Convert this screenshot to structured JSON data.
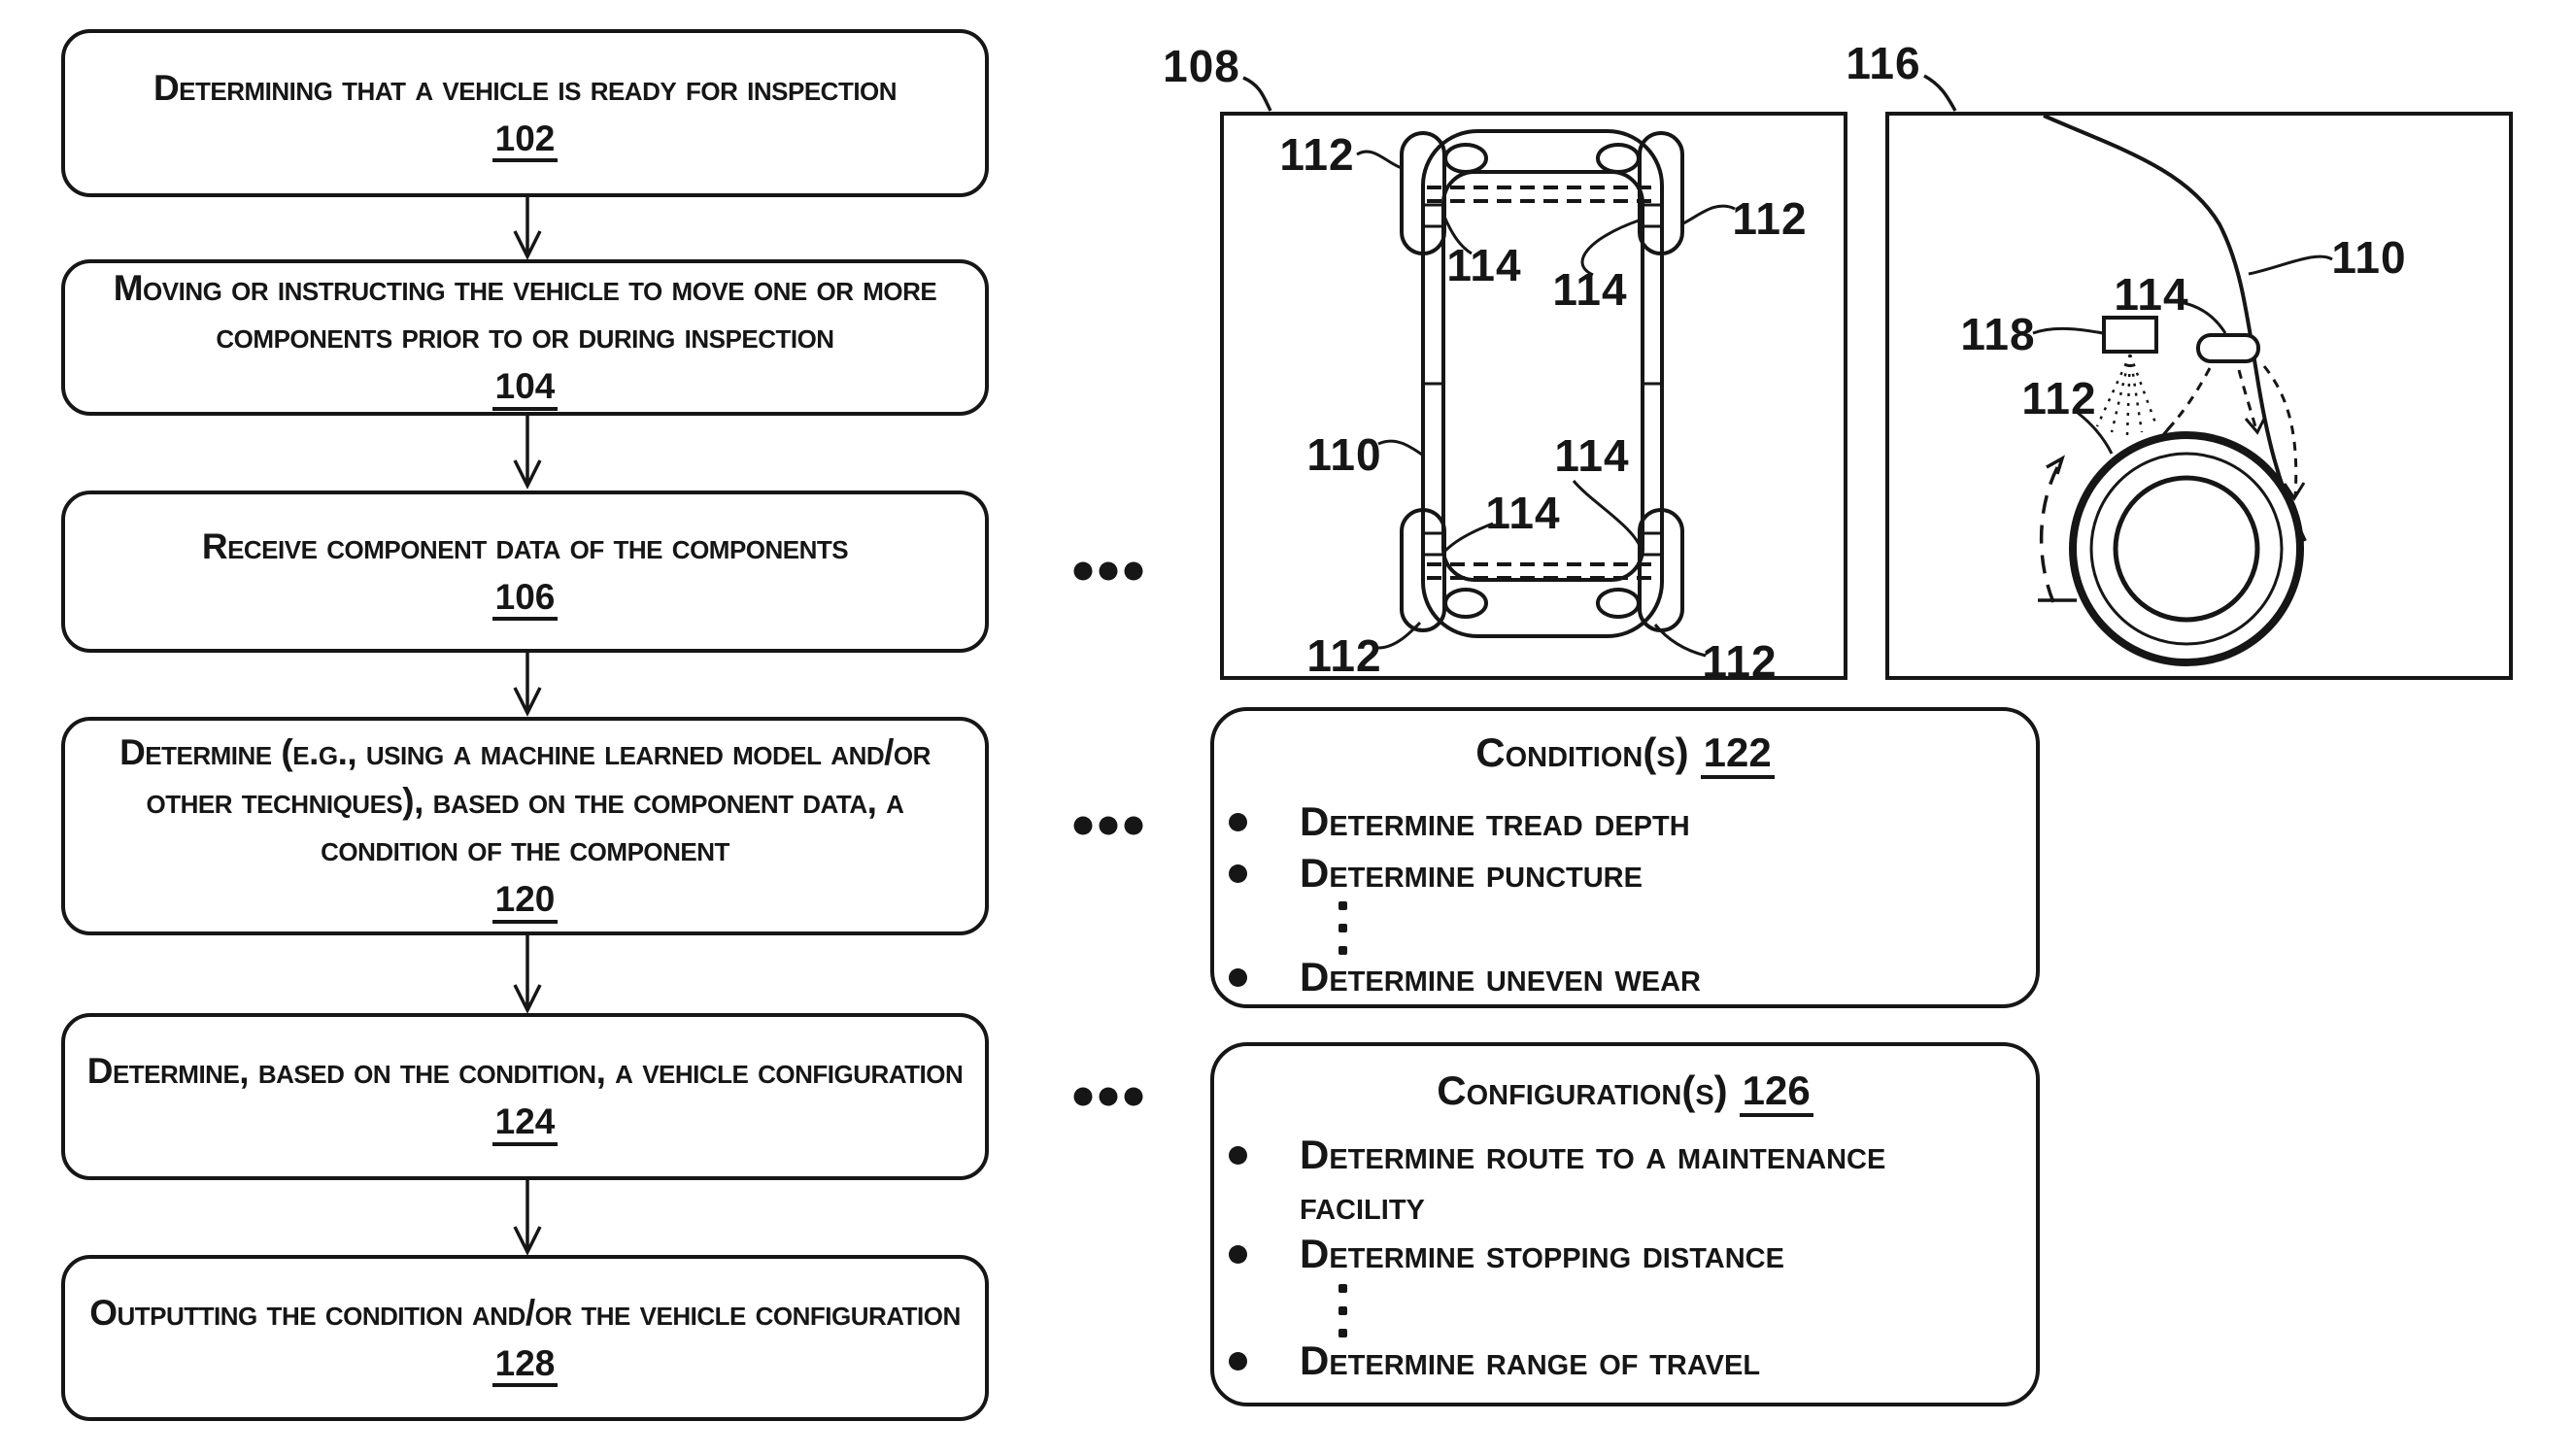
{
  "palette": {
    "ink": "#161616",
    "paper": "#ffffff"
  },
  "flowchart": {
    "steps": [
      {
        "label": "Determining that a vehicle is ready for inspection",
        "ref": "102"
      },
      {
        "label": "Moving or instructing the vehicle to move one or more components prior to or during inspection",
        "ref": "104"
      },
      {
        "label": "Receive component data of the components",
        "ref": "106"
      },
      {
        "label": "Determine (e.g., using a machine learned model and/or other techniques), based on the component data, a condition of the component",
        "ref": "120"
      },
      {
        "label": "Determine, based on the condition, a vehicle configuration",
        "ref": "124"
      },
      {
        "label": "Outputting the condition and/or the vehicle configuration",
        "ref": "128"
      }
    ]
  },
  "vehicle_top_view": {
    "ref": "108",
    "labels": {
      "front_left_wheel": "112",
      "front_right_wheel": "112",
      "rear_left_wheel": "112",
      "rear_right_wheel": "112",
      "front_left_sensor": "114",
      "front_right_sensor": "114",
      "rear_left_sensor": "114",
      "rear_right_sensor": "114",
      "vehicle_body": "110"
    }
  },
  "vehicle_side_view": {
    "ref": "116",
    "labels": {
      "vehicle_body": "110",
      "sensor": "114",
      "emitter": "118",
      "wheel": "112"
    }
  },
  "conditions_panel": {
    "title": "Condition(s)",
    "ref": "122",
    "items": [
      "Determine tread depth",
      "Determine puncture",
      "Determine uneven wear"
    ]
  },
  "configurations_panel": {
    "title": "Configuration(s)",
    "ref": "126",
    "items": [
      "Determine route to a maintenance facility",
      "Determine stopping distance",
      "Determine range of travel"
    ]
  }
}
